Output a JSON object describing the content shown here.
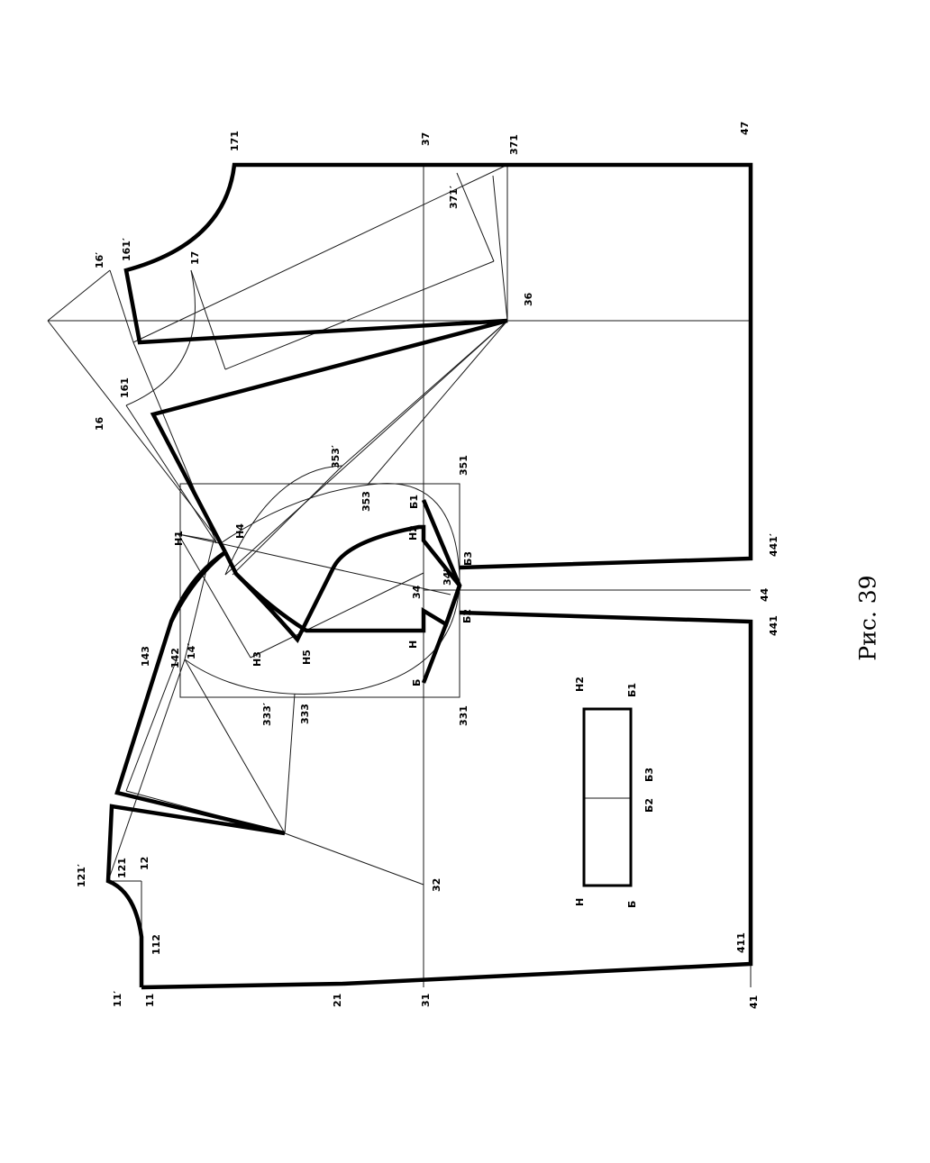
{
  "figure": {
    "caption": "Рис. 39",
    "labels": {
      "p11p": "11′",
      "p11": "11",
      "p21": "21",
      "p31": "31",
      "p41": "41",
      "p411": "411",
      "p121p": "121′",
      "p121": "121",
      "p12": "12",
      "p112": "112",
      "p32": "32",
      "p143": "143",
      "p142": "142",
      "p14p": "14′",
      "p333p": "333′",
      "p333": "333",
      "p331": "331",
      "pH1": "Н1",
      "pH4": "Н4",
      "pH3": "Н3",
      "pH5": "Н5",
      "pH": "Н",
      "pB": "Б",
      "pH2": "Н2",
      "pB1": "Б1",
      "p34": "34",
      "p34p": "34′",
      "pB3": "Б3",
      "pB2": "Б2",
      "p353": "353",
      "p353p": "353′",
      "p351": "351",
      "p441": "441",
      "p44": "44",
      "p441p": "441′",
      "p16": "16",
      "p161": "161",
      "p16p": "16′",
      "p161p": "161′",
      "p17": "17",
      "p36": "36",
      "p371p": "371′",
      "p37": "37",
      "p371": "371",
      "p171": "171",
      "p47": "47",
      "k_H": "Н",
      "k_B": "Б",
      "k_H2": "Н2",
      "k_B1": "Б1",
      "k_B2": "Б2",
      "k_B3": "Б3"
    }
  }
}
